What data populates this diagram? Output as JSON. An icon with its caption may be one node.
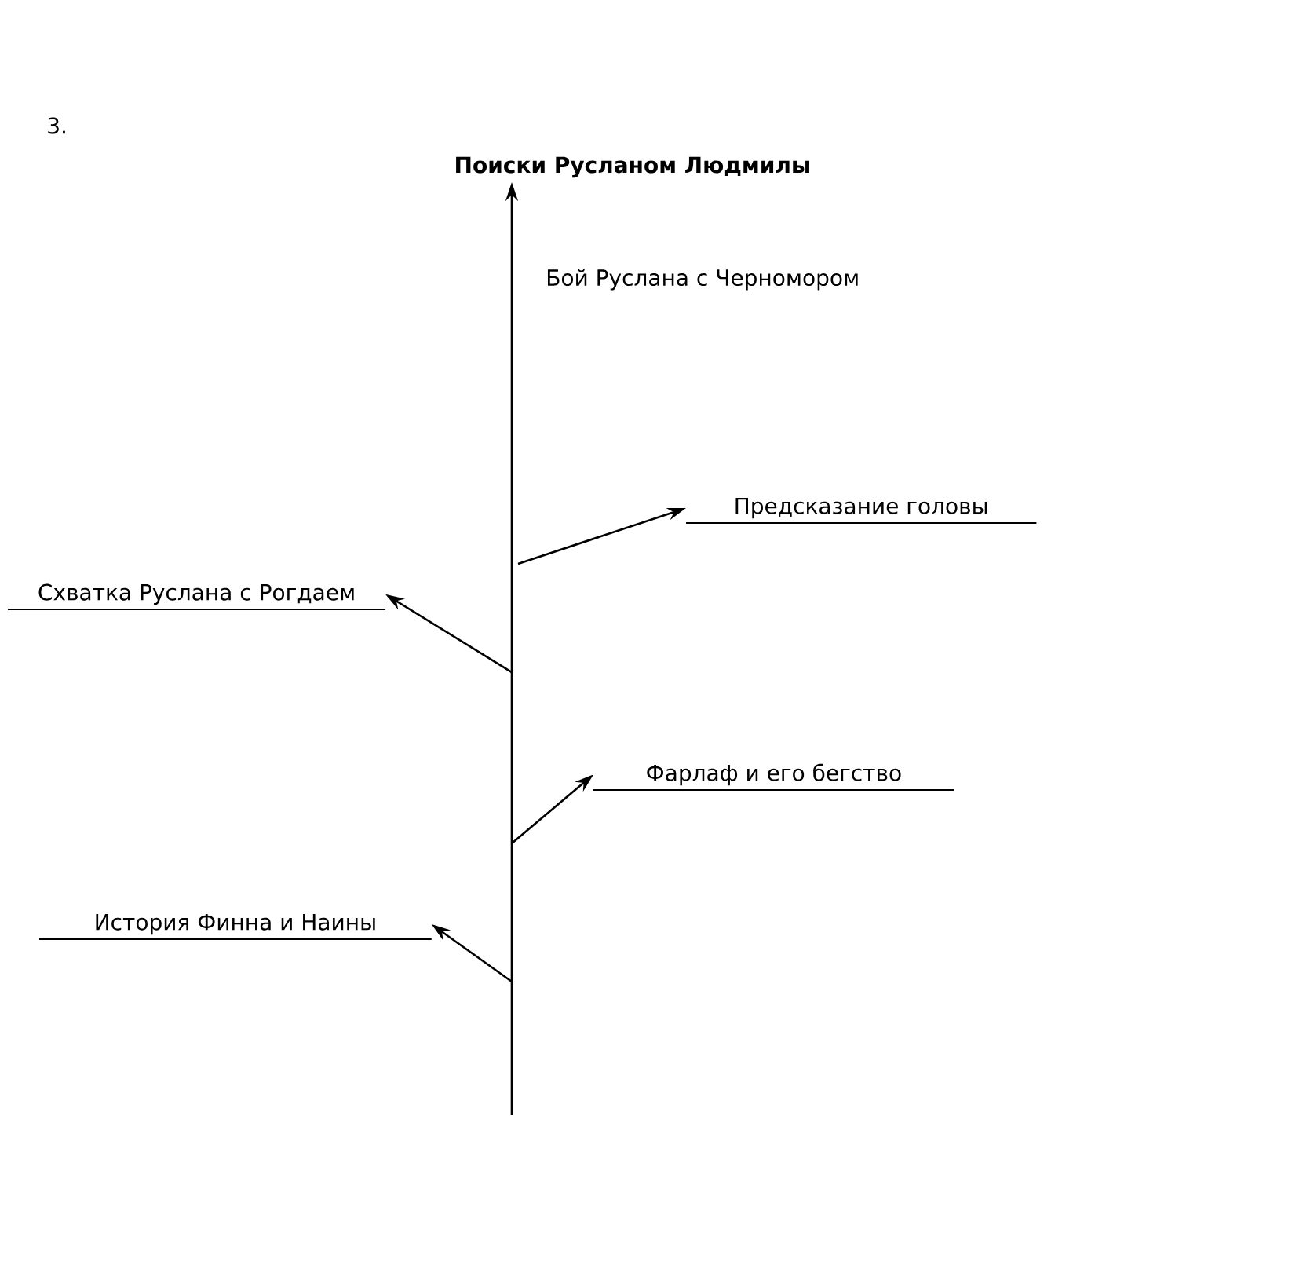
{
  "diagram": {
    "nodes": [
      {
        "text": [
          "Поиски Русланом Людмилы"
        ]
      },
      {
        "text": [
          "Предсказание головы"
        ]
      },
      {
        "text": [
          "Схватка Руслана с Рогдаем"
        ]
      },
      {
        "text": [
          "Фарлаф и его бегство"
        ]
      },
      {
        "text": [
          "История Финна и Наины"
        ]
      }
    ],
    "edges": [
      {
        "from": null,
        "to": 0,
        "arrow": "to"
      },
      {
        "from": null,
        "to": 1,
        "arrow": "to"
      },
      {
        "from": null,
        "to": 2,
        "arrow": "to"
      },
      {
        "from": null,
        "to": 3,
        "arrow": "to"
      },
      {
        "from": null,
        "to": 4,
        "arrow": "to"
      }
    ],
    "labels": [
      "3.",
      "Бой Руслана с Черномором"
    ]
  }
}
